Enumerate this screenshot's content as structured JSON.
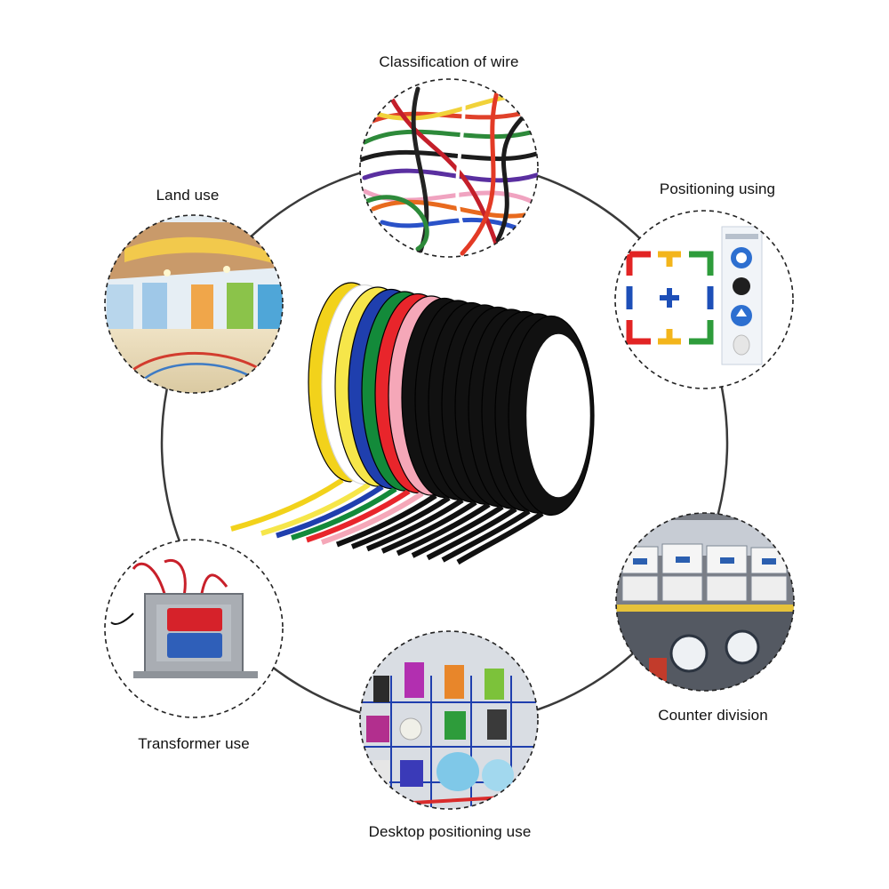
{
  "labels": {
    "wire": "Classification of wire",
    "land": "Land use",
    "positioning": "Positioning using",
    "counter": "Counter division",
    "transformer": "Transformer use",
    "desktop": "Desktop positioning use"
  },
  "colors": {
    "tape_colors": [
      "#f2d21b",
      "#ffffff",
      "#f6e64a",
      "#1f3fae",
      "#138a3a",
      "#e8252b",
      "#f5a7b8",
      "#111111"
    ],
    "ring_line": "#333333",
    "circle_border": "#222222"
  },
  "icons": {
    "wire": "wire-bundle-photo",
    "land": "floor-marking-photo",
    "positioning": "position-marker-graphic",
    "counter": "counter-shelf-photo",
    "transformer": "transformer-photo",
    "desktop": "desktop-bottles-photo"
  }
}
